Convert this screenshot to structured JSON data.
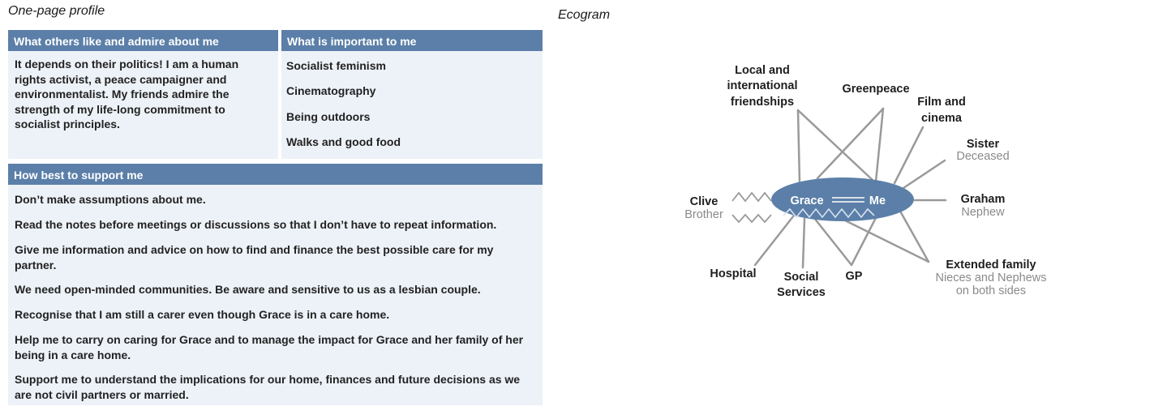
{
  "profile": {
    "title": "One-page profile",
    "admire": {
      "heading": "What others like and admire about me",
      "text": "It depends on their politics! I am a human rights activist, a peace campaigner and environmentalist. My friends admire the strength of my life-long commitment to socialist principles."
    },
    "important": {
      "heading": "What is important to me",
      "items": [
        "Socialist feminism",
        "Cinematography",
        "Being outdoors",
        "Walks and good food"
      ]
    },
    "support": {
      "heading": "How best to support me",
      "items": [
        "Don’t make assumptions about me.",
        "Read the notes before meetings or discussions so that I don’t have to repeat information.",
        "Give me information and advice on how to find and finance the best possible care for my partner.",
        "We need open-minded communities. Be aware and sensitive to us as a lesbian couple.",
        "Recognise that I am still a carer even though Grace is in a care home.",
        "Help me to carry on caring for Grace and to manage the impact for Grace and her family of her being in a care home.",
        "Support me to understand the implications for our home, finances and future decisions as we are not civil partners or married."
      ]
    }
  },
  "ecogram": {
    "title": "Ecogram",
    "center": {
      "left_name": "Grace",
      "right_name": "Me"
    },
    "nodes": {
      "local": {
        "lines": [
          "Local and",
          "international",
          "friendships"
        ]
      },
      "greenpeace": {
        "lines": [
          "Greenpeace"
        ]
      },
      "film": {
        "lines": [
          "Film and",
          "cinema"
        ]
      },
      "sister": {
        "name": "Sister",
        "note": "Deceased"
      },
      "graham": {
        "name": "Graham",
        "note": "Nephew"
      },
      "clive": {
        "name": "Clive",
        "note": "Brother"
      },
      "hospital": {
        "lines": [
          "Hospital"
        ]
      },
      "social": {
        "lines": [
          "Social",
          "Services"
        ]
      },
      "gp": {
        "lines": [
          "GP"
        ]
      },
      "extended": {
        "name": "Extended family",
        "note1": "Nieces and Nephews",
        "note2": "on both sides"
      }
    },
    "colors": {
      "ellipse": "#5b7fa8",
      "connector": "#9a9a9a",
      "note_text": "#8a8a8a"
    }
  }
}
